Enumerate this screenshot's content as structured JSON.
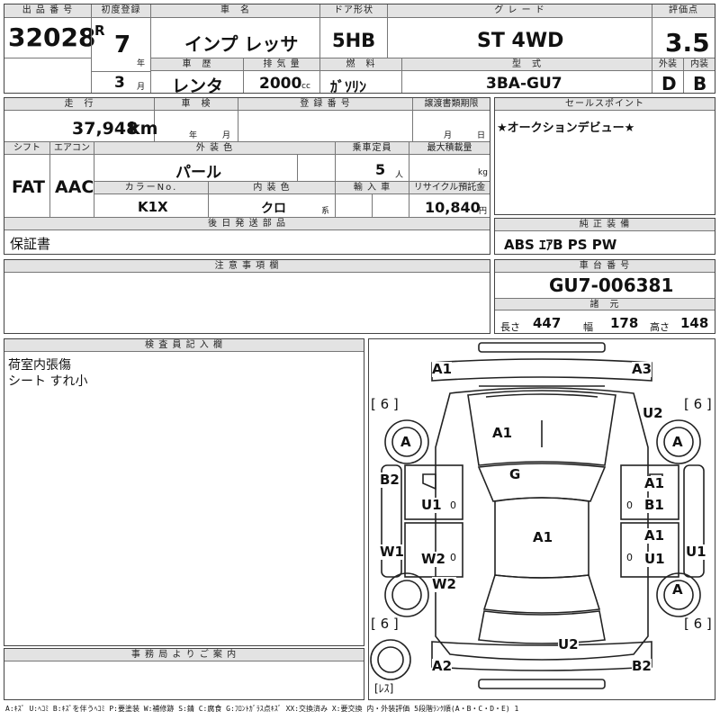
{
  "header": {
    "lot_label": "出 品 番 号",
    "lot": "32028",
    "first_reg_label": "初度登録",
    "era": "R",
    "reg_year": "7",
    "year_unit": "年",
    "reg_month": "3",
    "month_unit": "月",
    "car_name_label": "車　名",
    "car_name": "インプ レッサ",
    "door_label": "ドア形状",
    "door": "5HB",
    "grade_label": "グ レ ー ド",
    "grade": "ST 4WD",
    "score_label": "評価点",
    "score": "3.5",
    "history_label": "車　歴",
    "history": "レンタ",
    "displacement_label": "排 気 量",
    "displacement": "2000",
    "cc": "cc",
    "fuel_label": "燃　料",
    "fuel": "ｶﾞｿﾘﾝ",
    "model_label": "型　式",
    "model": "3BA-GU7",
    "exterior_label": "外装",
    "exterior": "D",
    "interior_label": "内装",
    "interior": "B"
  },
  "row2": {
    "mileage_label": "走　行",
    "mileage": "37,948",
    "km": "km",
    "inspection_label": "車　検",
    "insp_year_unit": "年",
    "insp_month_unit": "月",
    "plate_label": "登 録 番 号",
    "transfer_label": "譲渡書類期限",
    "transfer_month_unit": "月",
    "transfer_day_unit": "日",
    "sales_point_label": "セールスポイント",
    "sales_point": "★オークションデビュー★",
    "shift_label": "シフト",
    "shift": "FAT",
    "ac_label": "エアコン",
    "ac": "AAC",
    "ext_color_label": "外 装 色",
    "ext_color": "パール",
    "capacity_label": "乗車定員",
    "capacity": "5",
    "capacity_unit": "人",
    "load_label": "最大積載量",
    "load_unit": "kg",
    "color_no_label": "カラーNo.",
    "color_no": "K1X",
    "int_color_label": "内 装 色",
    "int_color": "クロ",
    "int_color_unit": "系",
    "import_label": "輸 入 車",
    "recycle_label": "リサイクル預託金",
    "recycle": "10,840",
    "yen": "円",
    "later_parts_label": "後 日 発 送 部 品",
    "later_parts": "保証書",
    "equipment_label": "純 正 装 備",
    "equipment": "ABS ｴｱB PS PW"
  },
  "notes": {
    "caution_label": "注 意 事 項 欄",
    "chassis_label": "車 台 番 号",
    "chassis": "GU7-006381",
    "dims_label": "諸　元",
    "length_label": "長さ",
    "length": "447",
    "width_label": "幅",
    "width": "178",
    "height_label": "高さ",
    "height": "148"
  },
  "inspector": {
    "label": "検 査 員 記 入 欄",
    "line1": "荷室内張傷",
    "line2": "シート すれ小"
  },
  "office": {
    "label": "事 務 局 よ り ご 案 内"
  },
  "diagram": {
    "marks": {
      "a1_front_left": "A1",
      "a3_front_right": "A3",
      "tread_fl": "[ 6 ]",
      "tread_fr": "[ 6 ]",
      "u2_fender_right": "U2",
      "wheel_fl": "A",
      "wheel_fr": "A",
      "a1_hood": "A1",
      "g_windshield": "G",
      "b2_left": "B2",
      "u1_left_door": "U1",
      "a1_right_door_front": "A1",
      "b1_right_door": "B1",
      "a1_roof": "A1",
      "a1_right_rear_door": "A1",
      "u1_right_rear_door": "U1",
      "w1_left_sill": "W1",
      "u1_right_sill": "U1",
      "w2_left_rear_door": "W2",
      "w2_left_rear_fender": "W2",
      "wheel_rr": "A",
      "tread_rl": "[ 6 ]",
      "tread_rr": "[ 6 ]",
      "u2_rear": "U2",
      "a2_rear_left": "A2",
      "b2_rear_right": "B2",
      "no_spare": "[ﾚｽ]",
      "zero1": "0",
      "zero2": "0",
      "zero3": "0",
      "zero4": "0"
    }
  },
  "legend": "A:ｷｽﾞ U:ﾍｺﾐ B:ｷｽﾞを伴うﾍｺﾐ P:要塗装 W:補修跡 S:錆 C:腐食 G:ﾌﾛﾝﾄｶﾞﾗｽ点ｷｽﾞ XX:交換済み X:要交換  内・外装評価 5段階ﾗﾝｸ順(A・B・C・D・E) 1"
}
